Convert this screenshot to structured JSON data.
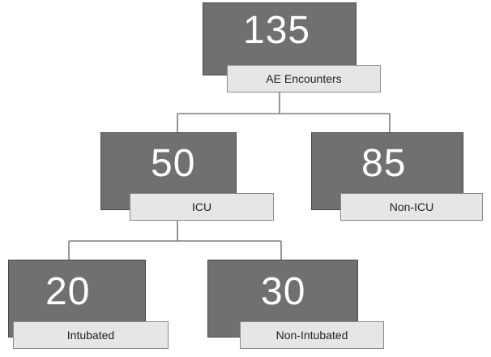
{
  "tree": {
    "root": {
      "value": "135",
      "label": "AE Encounters"
    },
    "icu": {
      "value": "50",
      "label": "ICU"
    },
    "non_icu": {
      "value": "85",
      "label": "Non-ICU"
    },
    "intubated": {
      "value": "20",
      "label": "Intubated"
    },
    "non_intubated": {
      "value": "30",
      "label": "Non-Intubated"
    }
  },
  "colors": {
    "box_fill": "#707070",
    "label_fill": "#e6e6e6",
    "connector": "#7f7f7f",
    "value_text": "#ffffff"
  }
}
